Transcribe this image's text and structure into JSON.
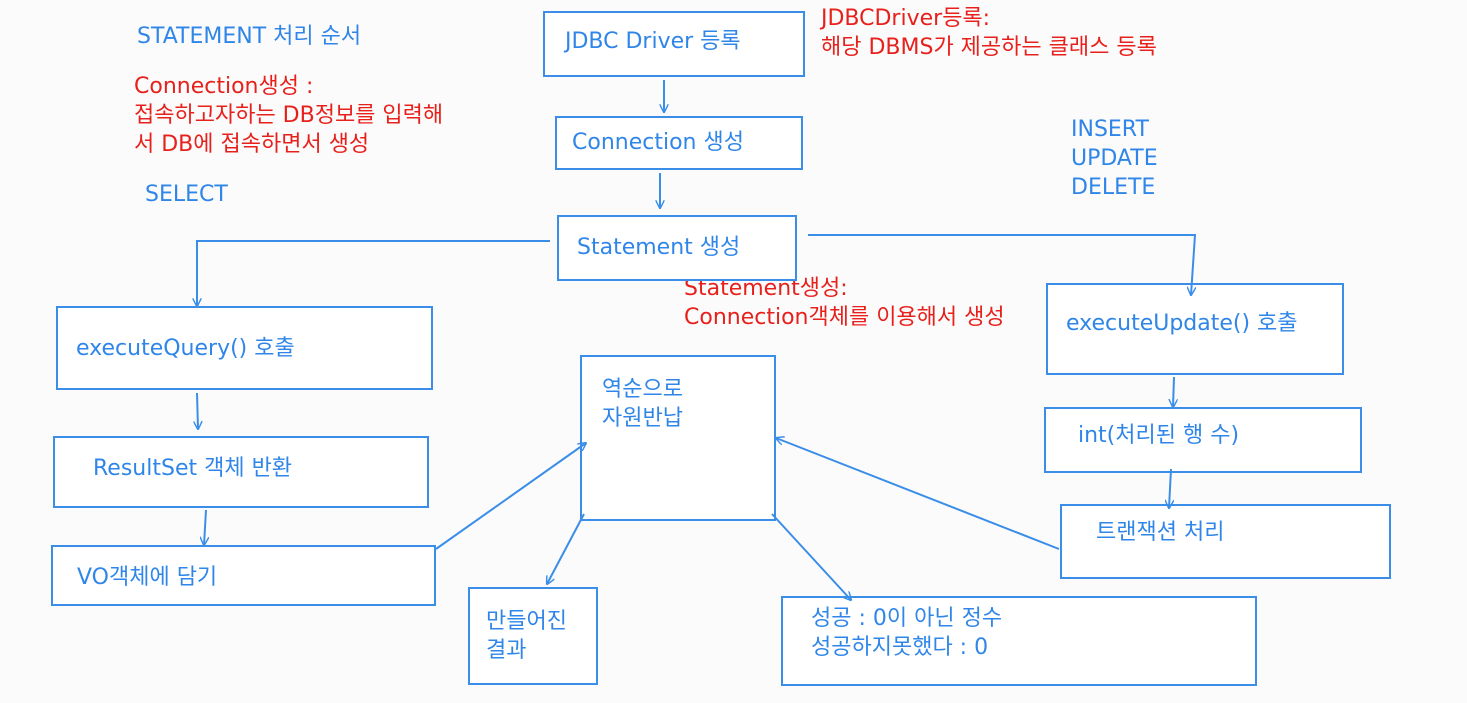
{
  "title": "STATEMENT 처리 순서",
  "notes": {
    "connection_note": "Connection생성 :\n접속하고자하는 DB정보를 입력해\n서 DB에 접속하면서 생성",
    "driver_note": "JDBCDriver등록:\n해당 DBMS가 제공하는 클래스 등록",
    "statement_note": "Statement생성:\nConnection객체를 이용해서 생성"
  },
  "labels": {
    "select": "SELECT",
    "dml": "INSERT\nUPDATE\nDELETE"
  },
  "nodes": {
    "driver": "JDBC Driver 등록",
    "connection": "Connection 생성",
    "statement": "Statement 생성",
    "execute_query": "executeQuery() 호출",
    "resultset": "ResultSet 객체 반환",
    "vo": "VO객체에 담기",
    "release": "역순으로\n자원반납",
    "made_result": "만들어진\n결과",
    "execute_update": "executeUpdate() 호출",
    "int_rows": "int(처리된 행 수)",
    "transaction": "트랜잭션 처리",
    "success_result": "성공 : 0이 아닌 정수\n성공하지못했다 : 0"
  },
  "colors": {
    "accent": "#2f86e8",
    "note": "#e8201c",
    "border": "#3a8ee8"
  }
}
